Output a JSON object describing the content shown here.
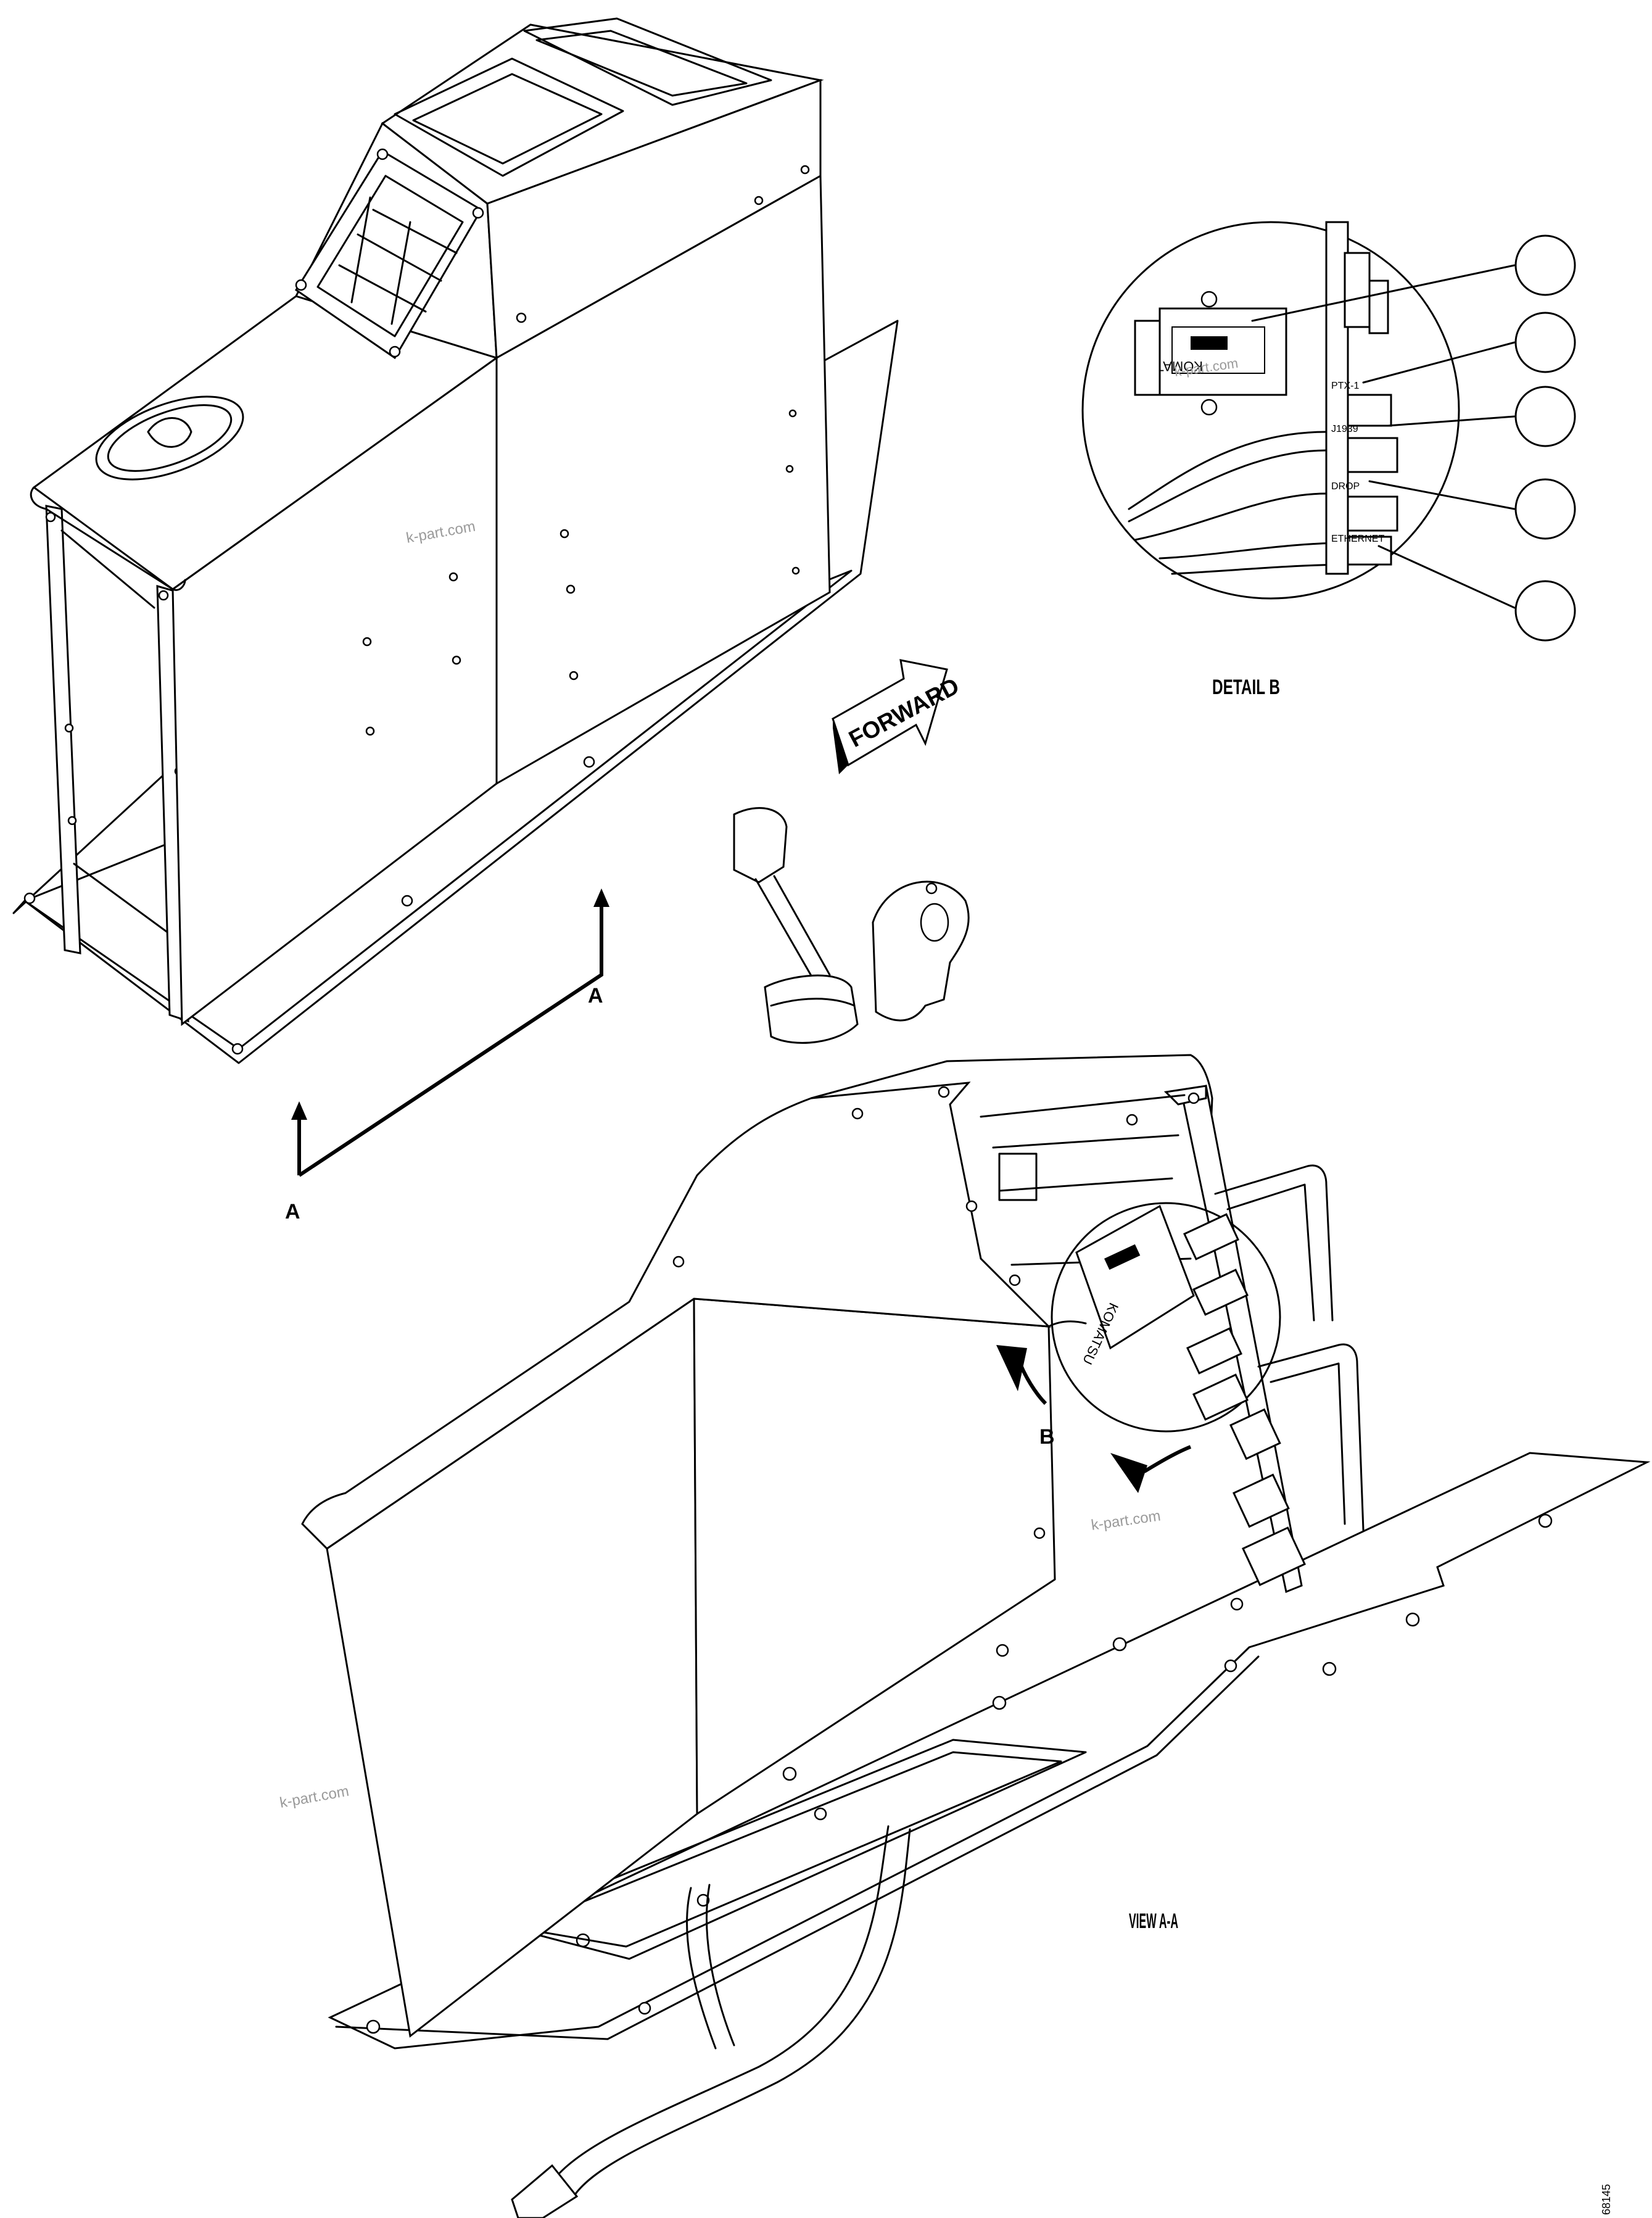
{
  "section_labels": {
    "section_a_left": "A",
    "section_a_right": "A",
    "view_label": "VIEW A-A",
    "detail_label": "DETAIL B",
    "detail_ref": "B"
  },
  "forward_arrow": {
    "label": "FORWARD"
  },
  "detail_b": {
    "connector_tags": [
      "PTX-1",
      "J1939",
      "DROP",
      "ETHERNET"
    ],
    "module_brand": "KOMATSU",
    "callout_balloons": [
      "",
      "",
      "",
      "",
      ""
    ]
  },
  "module_brand_main": "KOMATSU",
  "watermarks": [
    "k-part.com",
    "k-part.com",
    "k-part.com",
    "k-part.com"
  ],
  "drawing_number": "68145"
}
